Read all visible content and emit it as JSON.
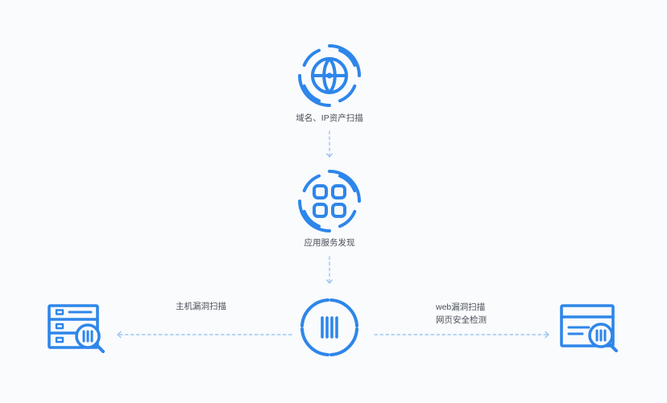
{
  "colors": {
    "accent": "#2e86ea",
    "dash": "#8dbcf1",
    "text": "#4a4f57",
    "background": "#f9fbfd"
  },
  "nodes": {
    "domain_ip_scan": {
      "label": "域名、IP资产扫描",
      "icon": "globe-target-icon"
    },
    "app_service_discovery": {
      "label": "应用服务发现",
      "icon": "apps-grid-target-icon"
    },
    "scanner_hub": {
      "icon": "barcode-scanner-icon"
    },
    "host_server": {
      "icon": "server-search-icon"
    },
    "web_page": {
      "icon": "browser-search-icon"
    }
  },
  "edges": {
    "to_host": {
      "label": "主机漏洞扫描"
    },
    "to_web": {
      "label_line1": "web漏洞扫描",
      "label_line2": "网页安全检测"
    }
  }
}
